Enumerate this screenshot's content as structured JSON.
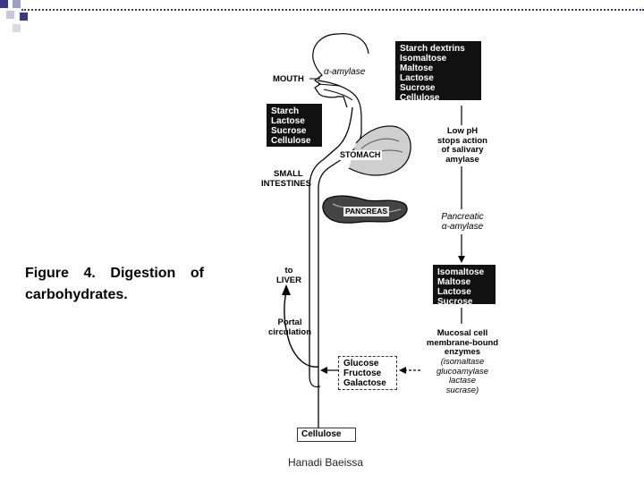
{
  "caption": "Figure 4. Digestion of carbohydrates.",
  "footer": "Hanadi Baeissa",
  "diagram": {
    "mouth_label": "MOUTH",
    "alpha_amylase": "α-amylase",
    "stomach_label": "STOMACH",
    "small_intestines_label": [
      "SMALL",
      "INTESTINES"
    ],
    "pancreas_label": "PANCREAS",
    "to_liver_label": [
      "to",
      "LIVER"
    ],
    "portal_circulation_label": [
      "Portal",
      "circulation"
    ],
    "dietary_box": [
      "Starch",
      "Lactose",
      "Sucrose",
      "Cellulose"
    ],
    "mouth_products_box": [
      "Starch dextrins",
      "Isomaltose",
      "Maltose",
      "Lactose",
      "Sucrose",
      "Cellulose"
    ],
    "low_ph_label": [
      "Low pH",
      "stops action",
      "of salivary",
      "amylase"
    ],
    "pancreatic_amylase_label": [
      "Pancreatic",
      "α-amylase"
    ],
    "intestine_products_box": [
      "Isomaltose",
      "Maltose",
      "Lactose",
      "Sucrose"
    ],
    "mucosal_label": [
      "Mucosal cell",
      "membrane-bound",
      "enzymes"
    ],
    "mucosal_enzymes_label": [
      "(isomaltase",
      "glucoamylase",
      "lactase",
      "sucrase)"
    ],
    "monosaccharides_box": [
      "Glucose",
      "Fructose",
      "Galactose"
    ],
    "cellulose_end": "Cellulose"
  },
  "colors": {
    "box_fill": "#111111",
    "accent": "#3a3a8c"
  }
}
